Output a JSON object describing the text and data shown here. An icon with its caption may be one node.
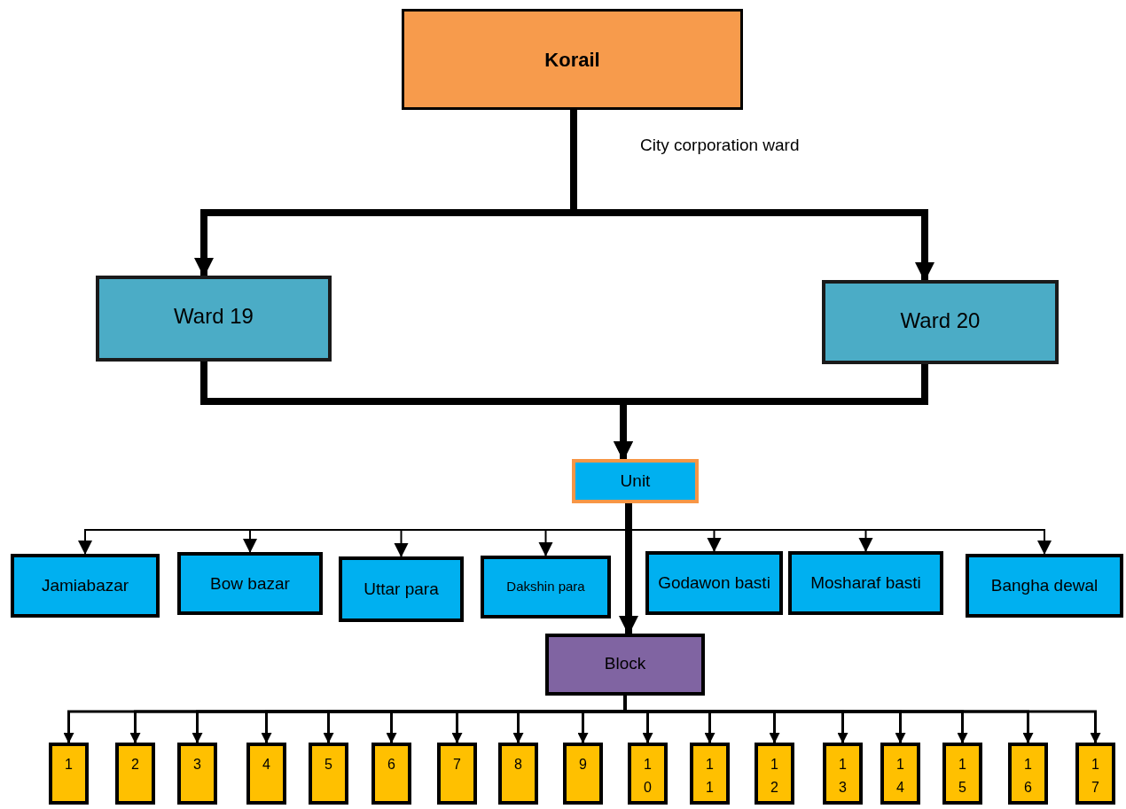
{
  "diagram": {
    "nodes": [
      {
        "text": [
          "Korail"
        ]
      },
      {
        "text": [
          "Ward 19"
        ]
      },
      {
        "text": [
          "Ward 20"
        ]
      },
      {
        "text": [
          "Unit"
        ]
      },
      {
        "text": [
          "Jamiabazar"
        ]
      },
      {
        "text": [
          "Bow bazar"
        ]
      },
      {
        "text": [
          "Uttar para"
        ]
      },
      {
        "text": [
          "Dakshin para"
        ]
      },
      {
        "text": [
          "Godawon basti"
        ]
      },
      {
        "text": [
          "Mosharaf basti"
        ]
      },
      {
        "text": [
          "Bangha dewal"
        ]
      },
      {
        "text": [
          "Block"
        ]
      },
      {
        "text": [
          "1"
        ]
      },
      {
        "text": [
          "2"
        ]
      },
      {
        "text": [
          "3"
        ]
      },
      {
        "text": [
          "4"
        ]
      },
      {
        "text": [
          "5"
        ]
      },
      {
        "text": [
          "6"
        ]
      },
      {
        "text": [
          "7"
        ]
      },
      {
        "text": [
          "8"
        ]
      },
      {
        "text": [
          "9"
        ]
      },
      {
        "text": [
          "10"
        ]
      },
      {
        "text": [
          "11"
        ]
      },
      {
        "text": [
          "12"
        ]
      },
      {
        "text": [
          "13"
        ]
      },
      {
        "text": [
          "14"
        ]
      },
      {
        "text": [
          "15"
        ]
      },
      {
        "text": [
          "16"
        ]
      },
      {
        "text": [
          "17"
        ]
      }
    ],
    "edges": [
      {
        "from": 0,
        "to": 1,
        "arrow": "to",
        "style": "thick"
      },
      {
        "from": 0,
        "to": 2,
        "arrow": "to",
        "style": "thick"
      },
      {
        "from": 1,
        "to": 3,
        "arrow": "to",
        "style": "thick"
      },
      {
        "from": 2,
        "to": 3,
        "arrow": "to",
        "style": "thick"
      },
      {
        "from": 3,
        "to": 4,
        "arrow": "to"
      },
      {
        "from": 3,
        "to": 5,
        "arrow": "to"
      },
      {
        "from": 3,
        "to": 6,
        "arrow": "to"
      },
      {
        "from": 3,
        "to": 7,
        "arrow": "to"
      },
      {
        "from": 3,
        "to": 8,
        "arrow": "to"
      },
      {
        "from": 3,
        "to": 9,
        "arrow": "to"
      },
      {
        "from": 3,
        "to": 10,
        "arrow": "to"
      },
      {
        "from": 3,
        "to": 11,
        "arrow": "to",
        "style": "thick"
      },
      {
        "from": 11,
        "to": 12,
        "arrow": "to"
      },
      {
        "from": 11,
        "to": 13,
        "arrow": "to"
      },
      {
        "from": 11,
        "to": 14,
        "arrow": "to"
      },
      {
        "from": 11,
        "to": 15,
        "arrow": "to"
      },
      {
        "from": 11,
        "to": 16,
        "arrow": "to"
      },
      {
        "from": 11,
        "to": 17,
        "arrow": "to"
      },
      {
        "from": 11,
        "to": 18,
        "arrow": "to"
      },
      {
        "from": 11,
        "to": 19,
        "arrow": "to"
      },
      {
        "from": 11,
        "to": 20,
        "arrow": "to"
      },
      {
        "from": 11,
        "to": 21,
        "arrow": "to"
      },
      {
        "from": 11,
        "to": 22,
        "arrow": "to"
      },
      {
        "from": 11,
        "to": 23,
        "arrow": "to"
      },
      {
        "from": 11,
        "to": 24,
        "arrow": "to"
      },
      {
        "from": 11,
        "to": 25,
        "arrow": "to"
      },
      {
        "from": 11,
        "to": 26,
        "arrow": "to"
      },
      {
        "from": 11,
        "to": 27,
        "arrow": "to"
      },
      {
        "from": 11,
        "to": 28,
        "arrow": "to"
      }
    ],
    "labels": [
      "City corporation ward"
    ]
  }
}
